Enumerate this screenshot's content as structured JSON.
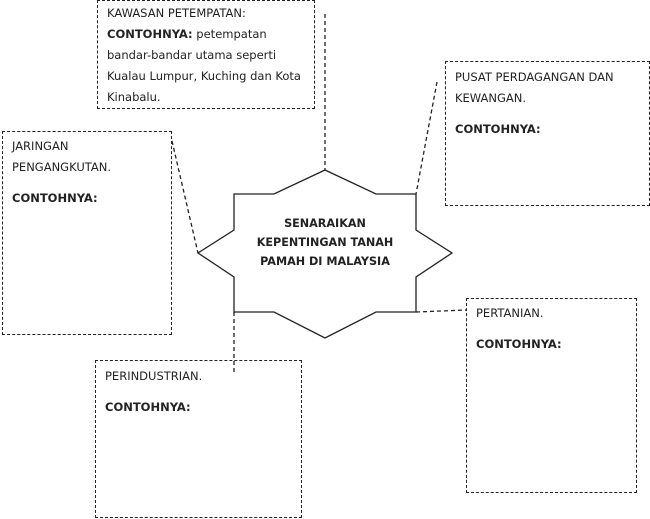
{
  "center": {
    "line1": "SENARAIKAN",
    "line2": "KEPENTINGAN TANAH",
    "line3": "PAMAH DI MALAYSIA"
  },
  "boxes": {
    "settlement": {
      "title": "KAWASAN PETEMPATAN:",
      "example_label": "CONTOHNYA:",
      "example_text": " petempatan bandar-bandar utama seperti Kualau Lumpur, Kuching dan Kota Kinabalu."
    },
    "trade": {
      "title": "PUSAT PERDAGANGAN DAN KEWANGAN.",
      "example_label": "CONTOHNYA:"
    },
    "transport": {
      "title": "JARINGAN PENGANGKUTAN.",
      "example_label": "CONTOHNYA:"
    },
    "agriculture": {
      "title": "PERTANIAN.",
      "example_label": "CONTOHNYA:"
    },
    "industry": {
      "title": "PERINDUSTRIAN.",
      "example_label": "CONTOHNYA:"
    }
  }
}
